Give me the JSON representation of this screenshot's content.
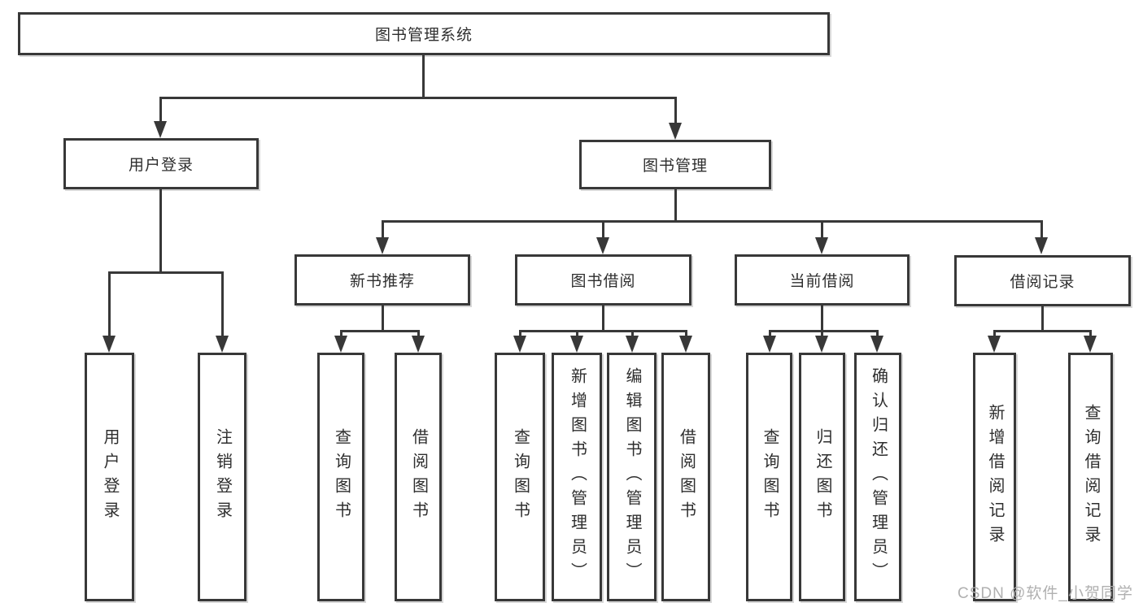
{
  "diagram": {
    "root": {
      "label": "图书管理系统"
    },
    "children": [
      {
        "label": "用户登录",
        "children": [
          {
            "label": "用户登录"
          },
          {
            "label": "注销登录"
          }
        ]
      },
      {
        "label": "图书管理",
        "children": [
          {
            "label": "新书推荐",
            "children": [
              {
                "label": "查询图书"
              },
              {
                "label": "借阅图书"
              }
            ]
          },
          {
            "label": "图书借阅",
            "children": [
              {
                "label": "查询图书"
              },
              {
                "label": "新增图书（管理员）"
              },
              {
                "label": "编辑图书（管理员）"
              },
              {
                "label": "借阅图书"
              }
            ]
          },
          {
            "label": "当前借阅",
            "children": [
              {
                "label": "查询图书"
              },
              {
                "label": "归还图书"
              },
              {
                "label": "确认归还（管理员）"
              }
            ]
          },
          {
            "label": "借阅记录",
            "children": [
              {
                "label": "新增借阅记录"
              },
              {
                "label": "查询借阅记录"
              }
            ]
          }
        ]
      }
    ]
  },
  "watermark": {
    "text": "CSDN @软件_小贺同学"
  },
  "colors": {
    "line": "#383838",
    "box_border": "#383838",
    "text": "#2e2e2e",
    "watermark": "#acacac",
    "background": "#ffffff"
  }
}
